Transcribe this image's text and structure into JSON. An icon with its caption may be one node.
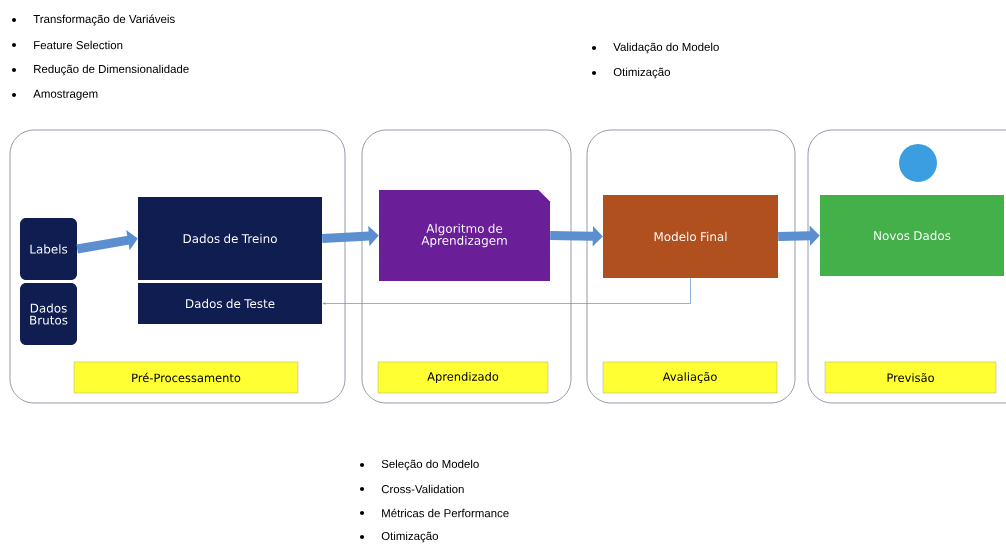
{
  "diagram": {
    "nodes": [
      {
        "text": [],
        "shape": "box"
      },
      {
        "text": [
          "Labels"
        ],
        "in": 0
      },
      {
        "text": [
          "Dados Brutos"
        ],
        "in": 0
      },
      {
        "text": [
          "Dados de Treino"
        ],
        "in": 0
      },
      {
        "text": [
          "Dados de Teste"
        ],
        "in": 0
      },
      {
        "text": [
          "Pré-Processamento"
        ],
        "in": 0
      },
      {
        "text": [],
        "shape": "box"
      },
      {
        "text": [
          "Algoritmo de Aprendizagem"
        ],
        "in": 6
      },
      {
        "text": [
          "Aprendizado"
        ],
        "in": 6
      },
      {
        "text": [],
        "shape": "box"
      },
      {
        "text": [
          "Modelo Final"
        ],
        "in": 9
      },
      {
        "text": [
          "Avaliação"
        ],
        "in": 9
      },
      {
        "text": [],
        "shape": "box"
      },
      {
        "text": [],
        "shape": "circle",
        "in": 12
      },
      {
        "text": [
          "Novos Dados"
        ],
        "in": 12
      },
      {
        "text": [
          "Previsão"
        ],
        "in": 12
      }
    ],
    "edges": [
      {
        "from": 1,
        "to": 3,
        "arrow": "to"
      },
      {
        "from": 3,
        "to": 7,
        "arrow": "to"
      },
      {
        "from": 7,
        "to": 10,
        "arrow": "to"
      },
      {
        "from": 10,
        "to": 14,
        "arrow": "to"
      },
      {
        "from": 10,
        "to": 4,
        "arrow": "to"
      }
    ],
    "labels": [
      "Transformação de Variáveis",
      "Feature Selection",
      "Redução de Dimensionalidade",
      "Amostragem",
      "Validação do Modelo",
      "Otimização",
      "Seleção do Modelo",
      "Cross-Validation",
      "Métricas de Performance",
      "Otimização"
    ]
  }
}
